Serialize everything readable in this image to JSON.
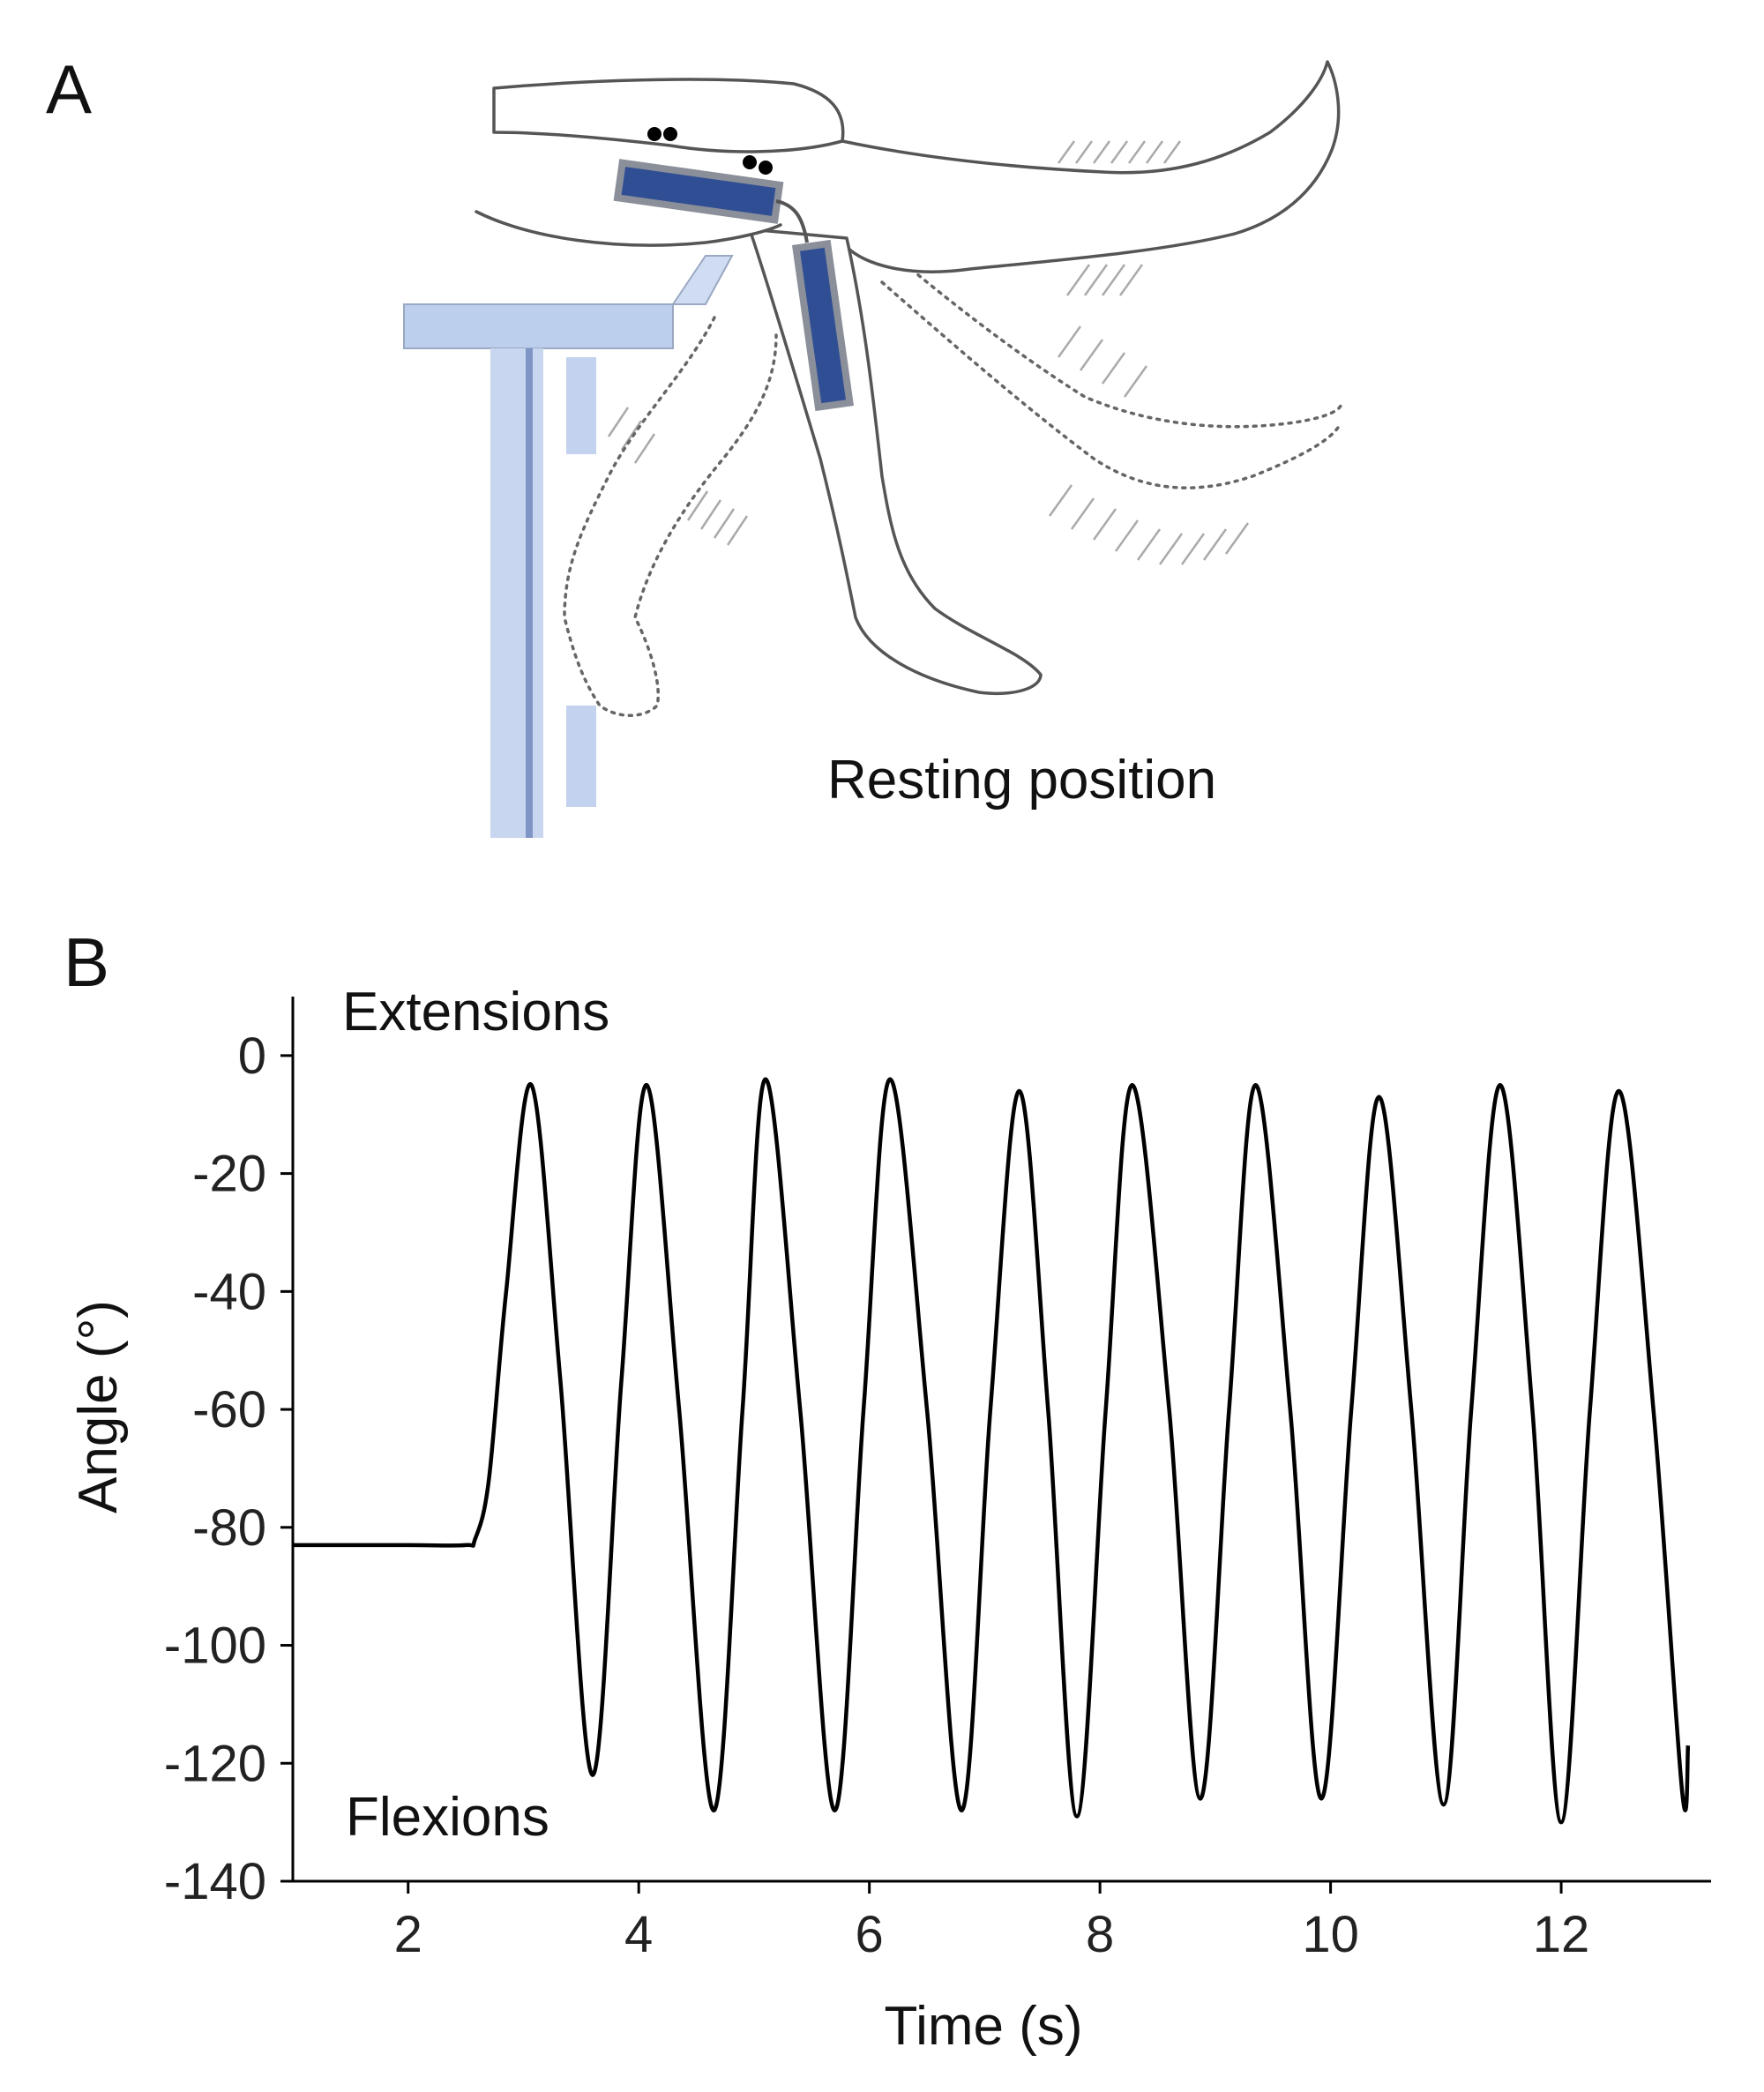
{
  "panel_a": {
    "letter": "A",
    "caption": "Resting position",
    "colors": {
      "sensor": "#2f4e94",
      "sensor_border": "#8a8f99",
      "bench": "#b8c9e6"
    }
  },
  "panel_b": {
    "letter": "B"
  },
  "chart_data": {
    "type": "line",
    "title": "",
    "xlabel": "Time (s)",
    "ylabel": "Angle (°)",
    "xlim": [
      1.0,
      13.3
    ],
    "ylim": [
      -140,
      10
    ],
    "xticks": [
      2,
      4,
      6,
      8,
      10,
      12
    ],
    "yticks": [
      0,
      -20,
      -40,
      -60,
      -80,
      -100,
      -120,
      -140
    ],
    "grid": false,
    "annotations": [
      {
        "text": "Extensions",
        "near": "top-left"
      },
      {
        "text": "Flexions",
        "near": "bottom-left"
      }
    ],
    "series": [
      {
        "color": "#000000",
        "x": [
          1.0,
          2.0,
          2.5,
          2.58,
          2.7,
          2.85,
          3.07,
          3.32,
          3.6,
          3.85,
          4.07,
          4.35,
          4.65,
          4.9,
          5.1,
          5.4,
          5.7,
          5.95,
          6.18,
          6.5,
          6.8,
          7.05,
          7.3,
          7.55,
          7.8,
          8.05,
          8.28,
          8.6,
          8.87,
          9.12,
          9.35,
          9.65,
          9.92,
          10.18,
          10.42,
          10.7,
          10.98,
          11.22,
          11.47,
          11.75,
          12.0,
          12.25,
          12.5,
          12.8,
          13.05,
          13.1
        ],
        "y": [
          -83,
          -83,
          -83,
          -82,
          -72,
          -40,
          -5,
          -55,
          -122,
          -55,
          -5,
          -60,
          -128,
          -60,
          -4,
          -60,
          -128,
          -60,
          -4,
          -60,
          -128,
          -60,
          -6,
          -60,
          -129,
          -60,
          -5,
          -60,
          -126,
          -60,
          -5,
          -60,
          -126,
          -60,
          -7,
          -60,
          -127,
          -60,
          -5,
          -60,
          -130,
          -60,
          -6,
          -60,
          -125,
          -117
        ]
      }
    ]
  }
}
